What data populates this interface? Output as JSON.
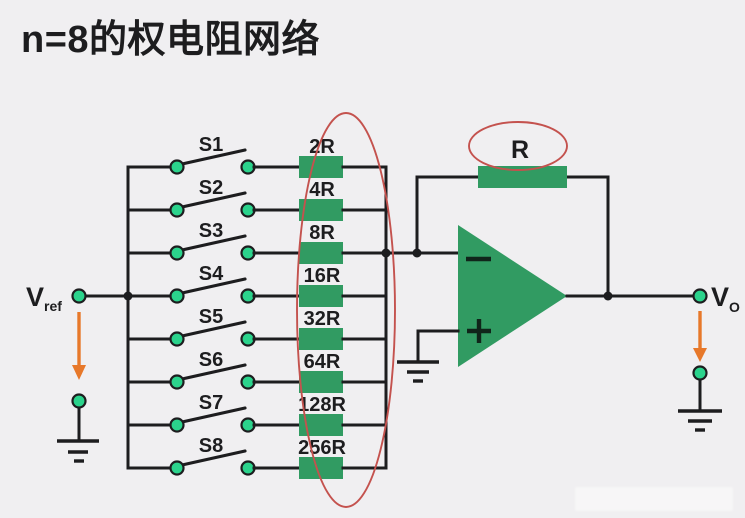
{
  "title": "n=8的权电阻网络",
  "colors": {
    "background": "#f0eff1",
    "ink": "#1d1d1f",
    "component-green": "#319b62",
    "terminal-green": "#2bd38c",
    "highlight-red": "#c4524e",
    "arrow-orange": "#e7782a"
  },
  "rows": [
    {
      "switch": "S1",
      "resistor": "2R"
    },
    {
      "switch": "S2",
      "resistor": "4R"
    },
    {
      "switch": "S3",
      "resistor": "8R"
    },
    {
      "switch": "S4",
      "resistor": "16R"
    },
    {
      "switch": "S5",
      "resistor": "32R"
    },
    {
      "switch": "S6",
      "resistor": "64R"
    },
    {
      "switch": "S7",
      "resistor": "128R"
    },
    {
      "switch": "S8",
      "resistor": "256R"
    }
  ],
  "feedback": {
    "resistor_label": "R"
  },
  "opamp": {
    "inverting_label": "−",
    "noninverting_label": "+"
  },
  "terminals": {
    "vref": {
      "base": "V",
      "sub": "ref"
    },
    "vout": {
      "base": "V",
      "sub": "O"
    }
  }
}
